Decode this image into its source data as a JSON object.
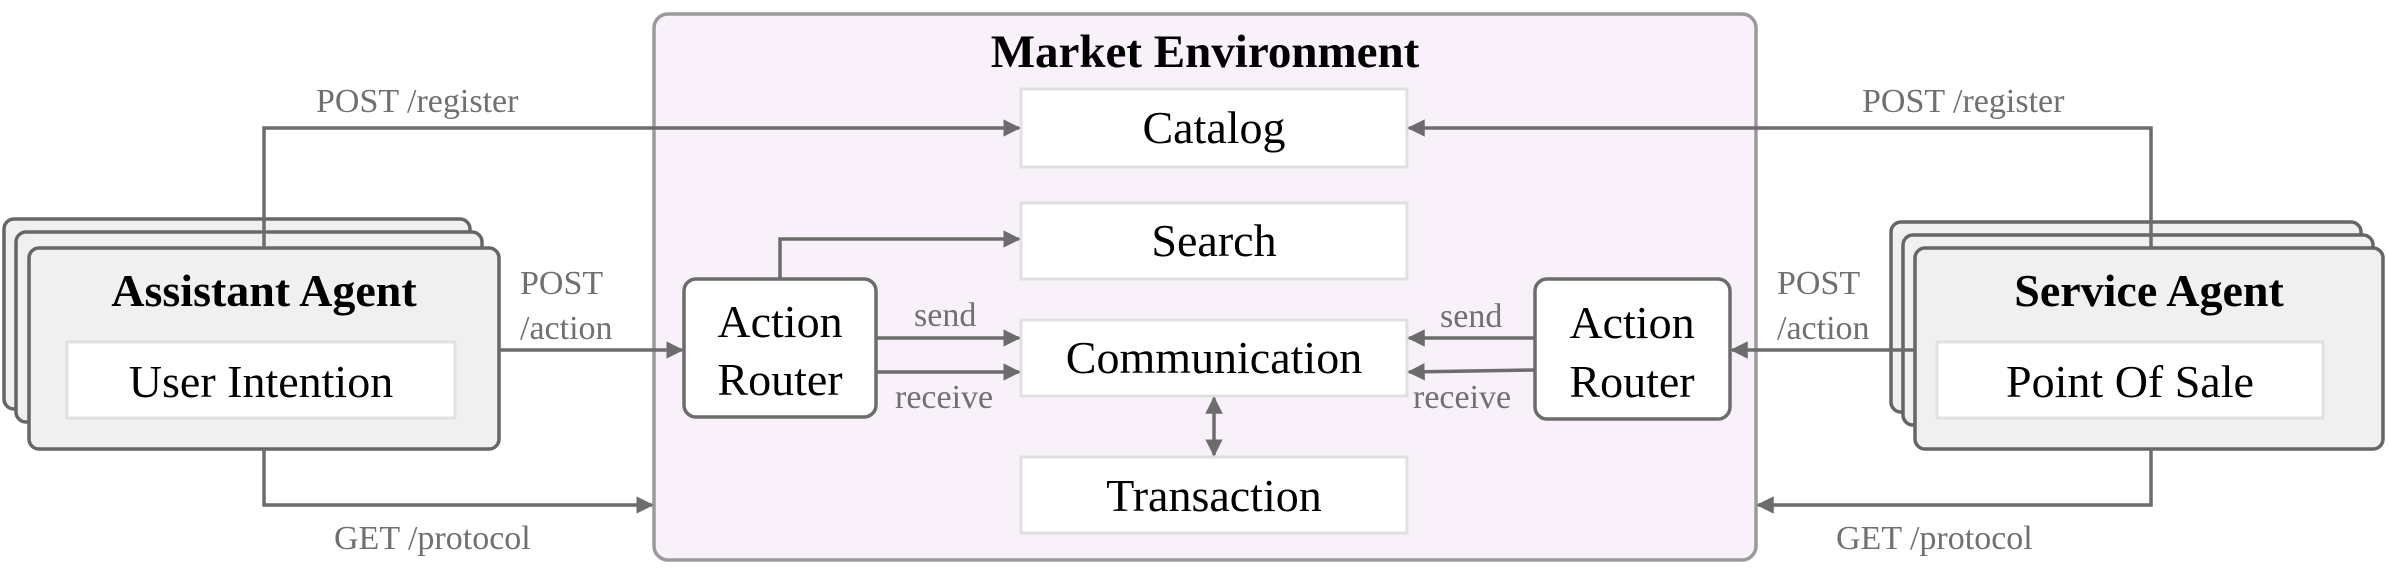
{
  "title": "Market Environment",
  "components": {
    "catalog": "Catalog",
    "search": "Search",
    "communication": "Communication",
    "transaction": "Transaction"
  },
  "left_router": {
    "line1": "Action",
    "line2": "Router"
  },
  "right_router": {
    "line1": "Action",
    "line2": "Router"
  },
  "assistant_agent": {
    "title": "Assistant Agent",
    "inner": "User Intention"
  },
  "service_agent": {
    "title": "Service Agent",
    "inner": "Point Of Sale"
  },
  "edge_labels": {
    "left_register": "POST /register",
    "right_register": "POST /register",
    "left_action_1": "POST",
    "left_action_2": "/action",
    "right_action_1": "POST",
    "right_action_2": "/action",
    "left_protocol": "GET /protocol",
    "right_protocol": "GET /protocol",
    "left_send": "send",
    "left_receive": "receive",
    "right_send": "send",
    "right_receive": "receive"
  },
  "colors": {
    "market_fill": "#f8f1fa",
    "market_stroke": "#9a9a9a",
    "agent_fill": "#f0f0f0",
    "agent_stroke": "#666666",
    "component_stroke": "#e0e0e0",
    "arrow": "#6c6c6c",
    "label": "#707070"
  }
}
